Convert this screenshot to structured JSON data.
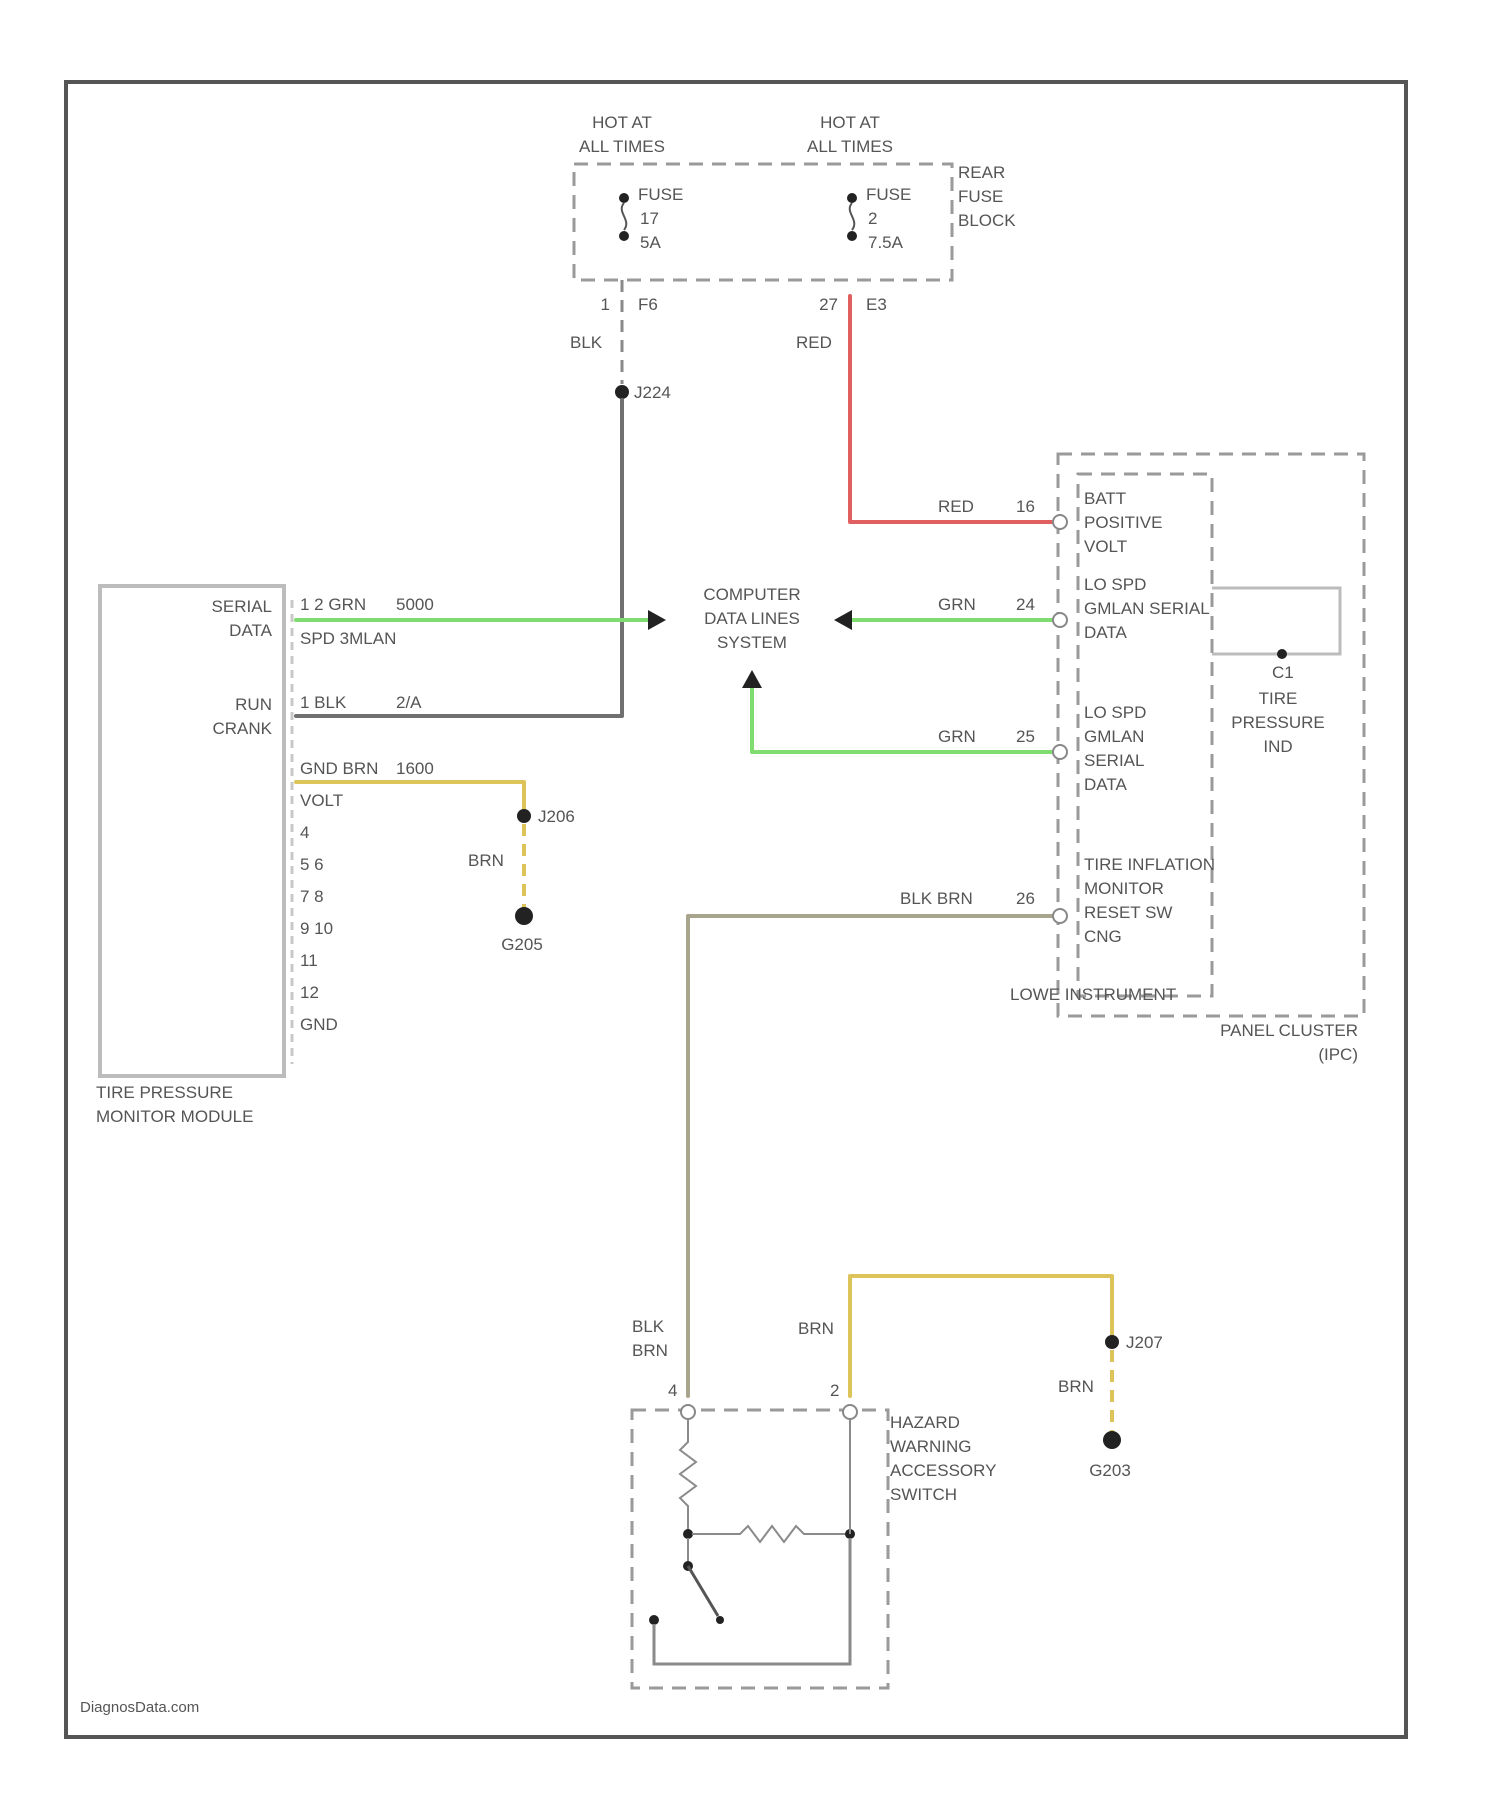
{
  "colors": {
    "red": "#e06060",
    "green": "#7fdd6f",
    "grey": "#707070",
    "tan": "#a8a58c",
    "yellow": "#dcc45a",
    "frame": "#555555"
  },
  "fuse_block": {
    "label": [
      "REAR",
      "FUSE",
      "BLOCK"
    ],
    "left": {
      "hot": [
        "HOT AT",
        "ALL TIMES"
      ],
      "fuse": [
        "FUSE",
        "17",
        "5A"
      ],
      "pins": [
        "1",
        "F6"
      ],
      "wire": "BLK",
      "junction": "J224"
    },
    "right": {
      "hot": [
        "HOT AT",
        "ALL TIMES"
      ],
      "fuse": [
        "FUSE",
        "2",
        "7.5A"
      ],
      "pins": [
        "27",
        "E3"
      ],
      "wire": "RED"
    }
  },
  "tpms": {
    "label": [
      "TIRE PRESSURE",
      "MONITOR MODULE"
    ],
    "serial": [
      "SERIAL",
      "DATA"
    ],
    "run": [
      "RUN",
      "CRANK"
    ],
    "pins": {
      "serial_line1": "1  2  GRN",
      "serial_code": "5000",
      "serial_line2": "SPD 3MLAN",
      "run_line": "1  BLK",
      "run_code": "2/A",
      "gnd_line": "GND  BRN",
      "gnd_code": "1600",
      "volt": "VOLT",
      "p4": "4",
      "p56": "5  6",
      "p78": "7  8",
      "p910": "9  10",
      "p11": "11",
      "p12": "12",
      "gnd": "GND"
    },
    "ground_wire": "BRN",
    "ground_junction": "J206",
    "ground": "G205"
  },
  "cds": {
    "label": [
      "COMPUTER",
      "DATA LINES",
      "SYSTEM"
    ],
    "wire_top": "GRN",
    "pin_top": "24",
    "wire_bottom": "GRN",
    "pin_bottom": "25"
  },
  "ipc": {
    "label": [
      "PANEL CLUSTER",
      "(IPC)"
    ],
    "inner_label": "LOWE INSTRUMENT",
    "batt": [
      "BATT",
      "POSITIVE",
      "VOLT"
    ],
    "batt_wire": "RED",
    "batt_pin": "16",
    "lo1": [
      "LO SPD",
      "GMLAN SERIAL",
      "DATA"
    ],
    "lo2": [
      "LO SPD",
      "GMLAN",
      "SERIAL",
      "DATA"
    ],
    "tim": [
      "TIRE INFLATION",
      "MONITOR",
      "RESET SW",
      "CNG"
    ],
    "tim_wire": "BLK BRN",
    "tim_pin": "26",
    "indicator": [
      "TIRE",
      "PRESSURE",
      "IND"
    ],
    "indicator_pin": "C1"
  },
  "hazard": {
    "label": [
      "HAZARD",
      "WARNING",
      "ACCESSORY",
      "SWITCH"
    ],
    "pin_left": "4",
    "pin_right": "2",
    "wire_left": [
      "BLK",
      "BRN"
    ],
    "wire_right": "BRN",
    "ground_wire": "BRN",
    "ground_junction": "J207",
    "ground": "G203"
  },
  "footer": "DiagnosData.com"
}
